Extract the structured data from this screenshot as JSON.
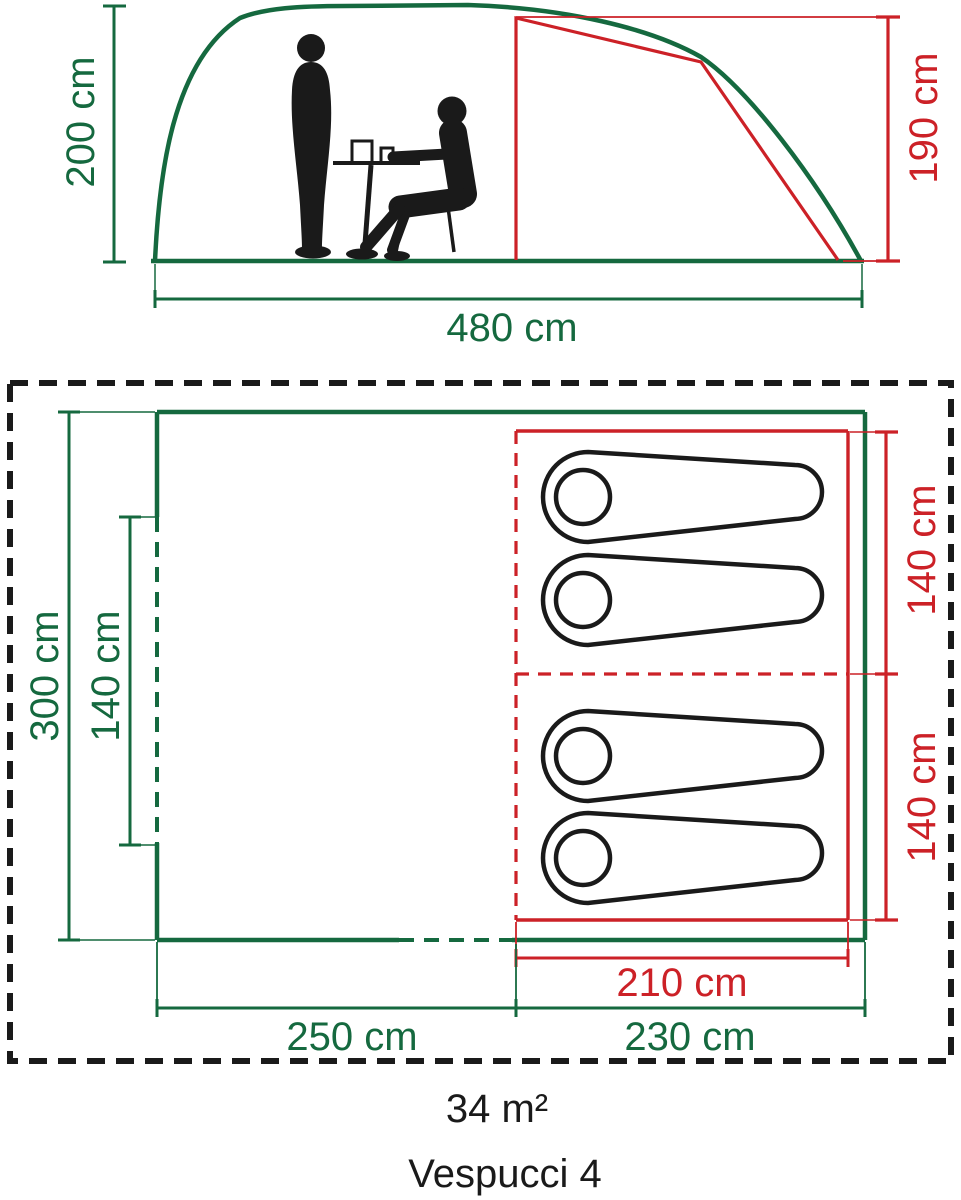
{
  "side_view": {
    "outer_height_label": "200 cm",
    "inner_height_label": "190 cm",
    "length_label": "480 cm"
  },
  "floor_plan": {
    "depth_label": "300 cm",
    "door_width_label": "140 cm",
    "bedroom_section_top_label": "140 cm",
    "bedroom_section_bottom_label": "140 cm",
    "bedroom_inner_width_label": "210 cm",
    "living_area_width_label": "250 cm",
    "bedroom_width_label": "230 cm"
  },
  "footer": {
    "area_label": "34 m²",
    "model_label": "Vespucci 4"
  },
  "colors": {
    "green": "#15693f",
    "red": "#cc2127",
    "black": "#1a1a1a"
  }
}
